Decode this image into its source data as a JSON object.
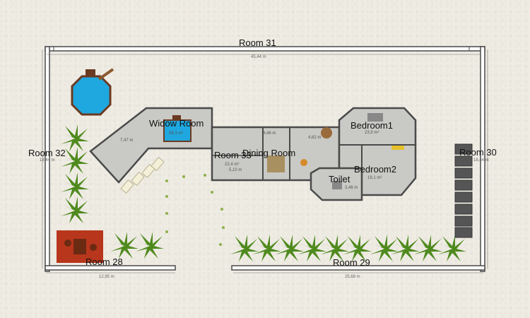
{
  "rooms": {
    "room31": "Room 31",
    "room32": "Room 32",
    "room30": "Room 30",
    "room28": "Room 28",
    "room29": "Room 29",
    "widow_room": "Widow Room",
    "room33": "Room 33",
    "dining_room": "Dining Room",
    "bedroom1": "Bedroom1",
    "bedroom2": "Bedroom2",
    "toilet": "Toilet"
  },
  "dimensions": {
    "top": "45,44 m",
    "bottom_left": "12,95 m",
    "bottom_right": "25,68 m",
    "left": "18,44 m",
    "right": "18,44 m"
  },
  "areas": {
    "widow_room": "58,3 m²",
    "room33": "22,4 m²",
    "room33_b": "5,10 m",
    "room_left": "7,47 m",
    "bedroom1": "23,9 m²",
    "bedroom2": "19,1 m²",
    "hall": "4,46 m",
    "mid": "4,62 m",
    "toilet": "3,46 m"
  },
  "colors": {
    "wall": "#4a4a4a",
    "pool": "#1fa8e0",
    "floor": "#c9c9c6",
    "plant": "#4f8a1e",
    "rug": "#b8361c"
  }
}
